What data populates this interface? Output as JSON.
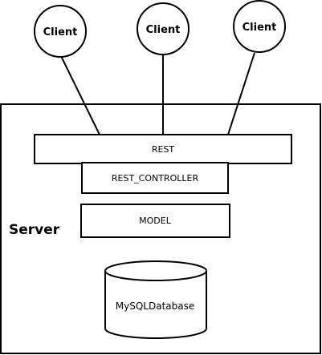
{
  "clients": [
    {
      "label": "Client"
    },
    {
      "label": "Client"
    },
    {
      "label": "Client"
    }
  ],
  "server": {
    "label": "Server"
  },
  "layers": {
    "rest": "REST",
    "controller": "REST_CONTROLLER",
    "model": "MODEL"
  },
  "database": {
    "label": "MySQLDatabase"
  },
  "colors": {
    "stroke": "#000000",
    "fill": "#ffffff"
  }
}
